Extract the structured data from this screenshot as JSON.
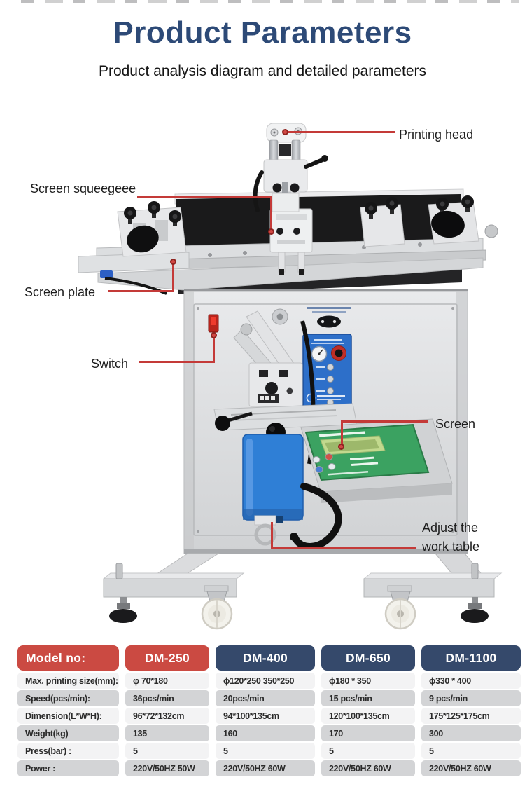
{
  "header": {
    "title": "Product Parameters",
    "subtitle": "Product analysis diagram and detailed parameters"
  },
  "callouts": {
    "printing_head": "Printing head",
    "screen_squeegee": "Screen squeegeee",
    "screen_plate": "Screen plate",
    "switch": "Switch",
    "screen": "Screen",
    "adjust_work_table": "Adjust the work table"
  },
  "colors": {
    "title_blue": "#2d4a77",
    "callout_red": "#c43a38",
    "table_header_red": "#cb4a42",
    "table_header_navy": "#35496b",
    "row_gray": "#d3d4d6",
    "row_light": "#f3f3f4"
  },
  "table": {
    "headers": [
      "Model no:",
      "DM-250",
      "DM-400",
      "DM-650",
      "DM-1100"
    ],
    "rows": [
      {
        "label": "Max. printing size(mm):",
        "values": [
          "φ 70*180",
          "ϕ120*250 350*250",
          "ϕ180 * 350",
          "ϕ330 * 400"
        ]
      },
      {
        "label": "Speed(pcs/min):",
        "values": [
          "36pcs/min",
          "20pcs/min",
          "15 pcs/min",
          "9 pcs/min"
        ]
      },
      {
        "label": "Dimension(L*W*H):",
        "values": [
          "96*72*132cm",
          "94*100*135cm",
          "120*100*135cm",
          "175*125*175cm"
        ]
      },
      {
        "label": "Weight(kg)",
        "values": [
          "135",
          "160",
          "170",
          "300"
        ]
      },
      {
        "label": "Press(bar) :",
        "values": [
          "5",
          "5",
          "5",
          "5"
        ]
      },
      {
        "label": "Power :",
        "values": [
          "220V/50HZ 50W",
          "220V/50HZ 60W",
          "220V/50HZ 60W",
          "220V/50HZ 60W"
        ]
      }
    ]
  }
}
